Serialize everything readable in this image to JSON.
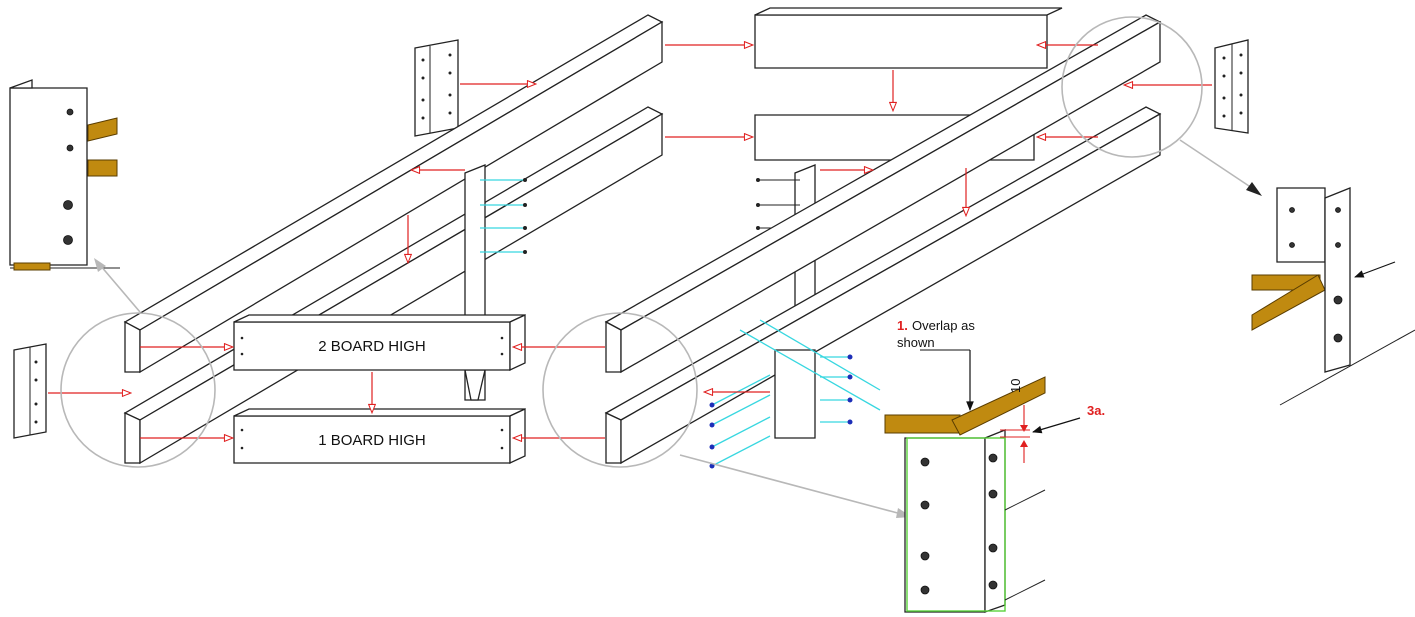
{
  "labels": {
    "board_upper": "2 BOARD HIGH",
    "board_lower": "1 BOARD HIGH",
    "overlap_num": "1.",
    "overlap_line1": "Overlap as",
    "overlap_line2": "shown",
    "dim": "10",
    "callout": "3a."
  },
  "colors": {
    "arrow": "#e02020",
    "wood": "#c08a10",
    "outline_highlight": "#5ad23c",
    "screw_shank": "#38d7e0",
    "screw_head": "#1d2fb8",
    "lens": "#b8b8b8"
  }
}
